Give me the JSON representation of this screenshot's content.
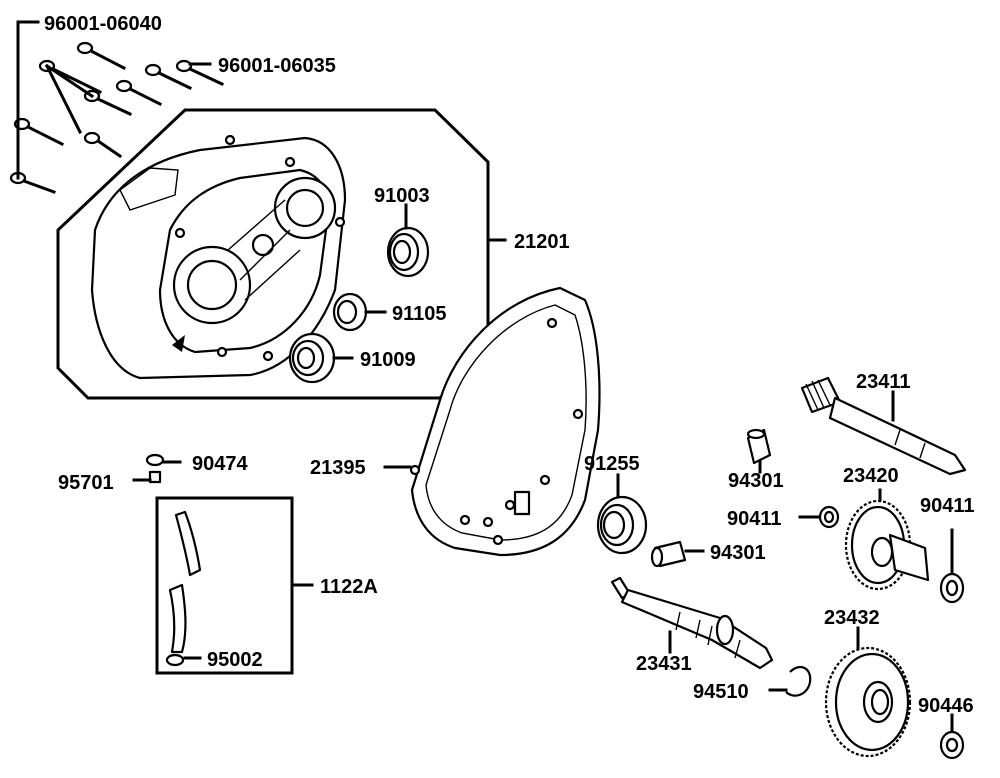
{
  "labels": {
    "bolt_a": "96001-06040",
    "bolt_b": "96001-06035",
    "case_cover": "21201",
    "bearing_91003": "91003",
    "bearing_91105": "91105",
    "bearing_91009": "91009",
    "gasket": "21395",
    "washer_90474": "90474",
    "bolt_95701": "95701",
    "hose_assy": "1122A",
    "clip_95002": "95002",
    "seal_91255": "91255",
    "pin_94301_top": "94301",
    "pin_94301_mid": "94301",
    "washer_90411_left": "90411",
    "washer_90411_right": "90411",
    "shaft_23411": "23411",
    "gear_23420": "23420",
    "shaft_23431": "23431",
    "gear_23432": "23432",
    "circlip_94510": "94510",
    "washer_90446": "90446"
  },
  "colors": {
    "ink": "#000000",
    "paper": "#ffffff"
  }
}
